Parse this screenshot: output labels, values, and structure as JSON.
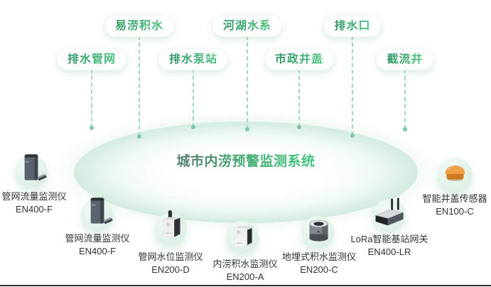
{
  "system": {
    "title": "城市内涝预警监测系统"
  },
  "monitoring_targets": [
    {
      "label": "排水管网"
    },
    {
      "label": "易涝积水"
    },
    {
      "label": "排水泵站"
    },
    {
      "label": "河湖水系"
    },
    {
      "label": "市政井盖"
    },
    {
      "label": "排水口"
    },
    {
      "label": "截流井"
    }
  ],
  "devices": [
    {
      "name": "管网流量监测仪",
      "model": "EN400-F",
      "icon": "flow-monitor-icon"
    },
    {
      "name": "管网流量监测仪",
      "model": "EN400-F",
      "icon": "flow-monitor-icon"
    },
    {
      "name": "管网水位监测仪",
      "model": "EN200-D",
      "icon": "water-level-monitor-icon"
    },
    {
      "name": "内涝积水监测仪",
      "model": "EN200-A",
      "icon": "waterlogging-monitor-icon"
    },
    {
      "name": "地埋式积水监测仪",
      "model": "EN200-C",
      "icon": "buried-water-monitor-icon"
    },
    {
      "name": "LoRa智能基站网关",
      "model": "EN400-LR",
      "icon": "lora-gateway-icon"
    },
    {
      "name": "智能井盖传感器",
      "model": "EN100-C",
      "icon": "manhole-sensor-icon"
    }
  ],
  "colors": {
    "accent_green": "#3cb878",
    "pill_text_gradient": [
      "#2f9565",
      "#4cc57f"
    ],
    "title_gradient": [
      "#587e6e",
      "#45c57e"
    ],
    "dashed_line": "#a4d9c1",
    "connector_dot": "#7cc8a2",
    "ellipse_ring": "#c6e5d4",
    "device_orange": "#ef9f45",
    "label_text": "#333333"
  }
}
